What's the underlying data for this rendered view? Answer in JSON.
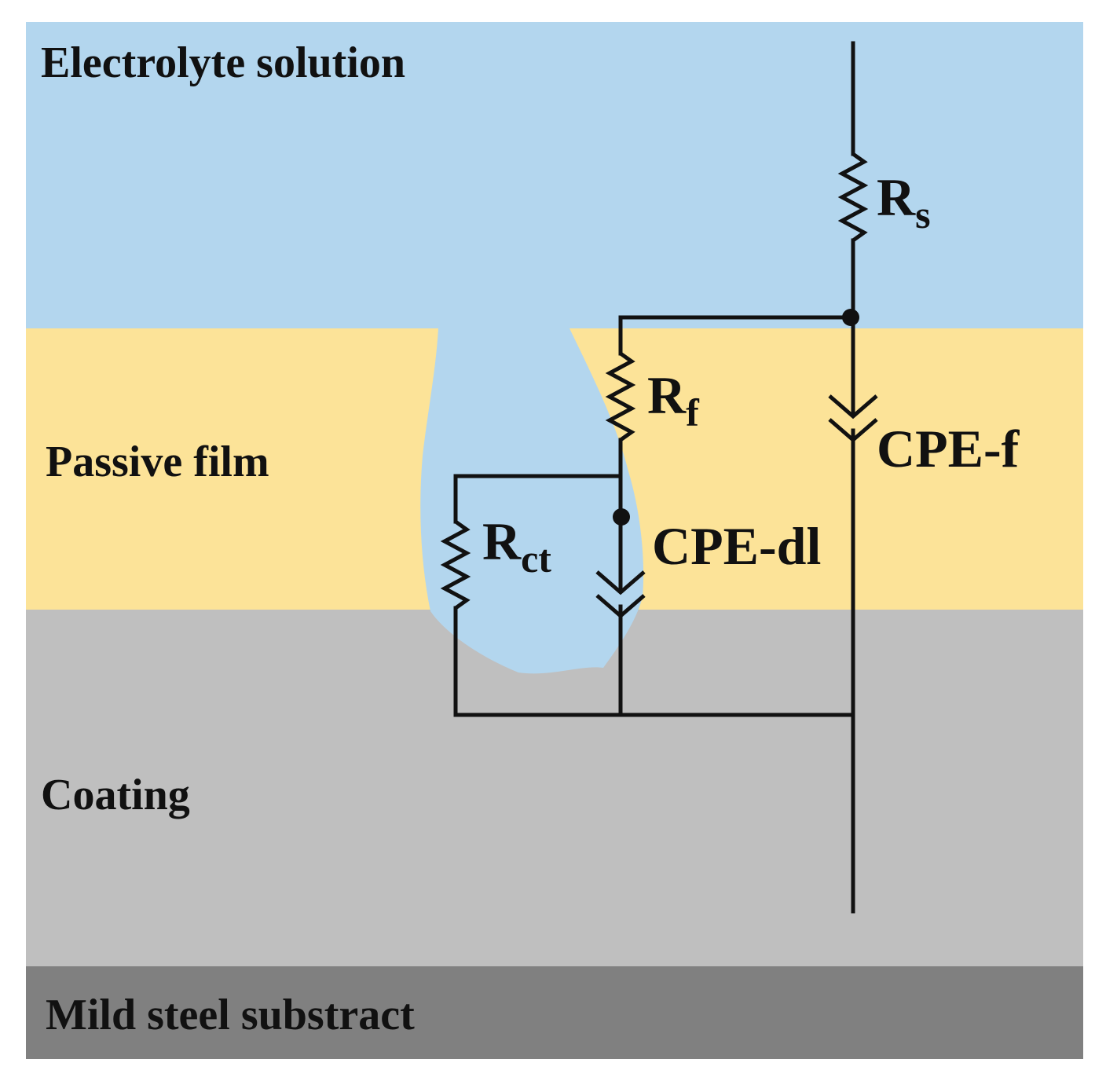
{
  "layers": {
    "electrolyte": {
      "label": "Electrolyte solution",
      "color": "#b3d6ee"
    },
    "passive_film": {
      "label": "Passive film",
      "color": "#fce398"
    },
    "coating": {
      "label": "Coating",
      "color": "#bfbfbf"
    },
    "substrate": {
      "label": "Mild steel substract",
      "color": "#808080"
    }
  },
  "components": {
    "rs": {
      "base": "R",
      "sub": "s"
    },
    "rf": {
      "base": "R",
      "sub": "f"
    },
    "rct": {
      "base": "R",
      "sub": "ct"
    },
    "cpe_f": {
      "label": "CPE-f"
    },
    "cpe_dl": {
      "label": "CPE-dl"
    }
  },
  "colors": {
    "wire": "#111111",
    "pore": "#b3d6ee",
    "border": "#d9d9d9"
  }
}
